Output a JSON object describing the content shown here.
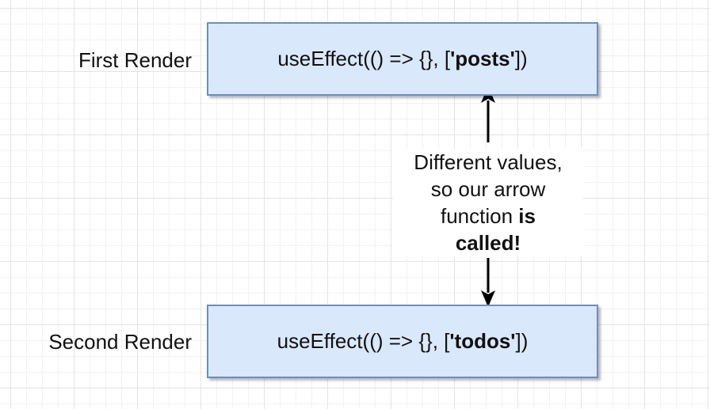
{
  "first": {
    "label": "First Render",
    "code_prefix": "useEffect(() => {}, [",
    "code_value": "'posts'",
    "code_suffix": "])"
  },
  "second": {
    "label": "Second Render",
    "code_prefix": "useEffect(() => {}, [",
    "code_value": "'todos'",
    "code_suffix": "])"
  },
  "note": {
    "line1": "Different values,",
    "line2": "so our arrow",
    "line3_plain": "function ",
    "line3_bold": "is",
    "line4_bold": "called!"
  },
  "colors": {
    "box_fill": "#dae8fc",
    "box_border": "#6c8ebf",
    "arrow": "#000000"
  }
}
